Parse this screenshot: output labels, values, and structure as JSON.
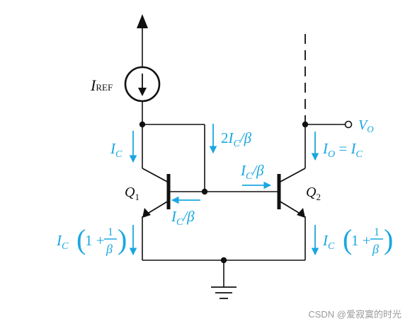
{
  "colors": {
    "wire": "#111111",
    "annotation": "#1aa7e0"
  },
  "labels": {
    "iref_main": "I",
    "iref_sub": "REF",
    "vo_main": "V",
    "vo_sub": "O",
    "q1_main": "Q",
    "q1_sub": "1",
    "q2_main": "Q",
    "q2_sub": "2"
  },
  "annotations": {
    "ic_left": {
      "main": "I",
      "sub": "C"
    },
    "two_ic_beta": {
      "pre": "2",
      "main": "I",
      "sub": "C",
      "post": "/β"
    },
    "ic_beta_right": {
      "main": "I",
      "sub": "C",
      "post": "/β"
    },
    "ic_beta_left": {
      "main": "I",
      "sub": "C",
      "post": "/β"
    },
    "io_equals_ic": {
      "main1": "I",
      "sub1": "O",
      "eq": " = ",
      "main2": "I",
      "sub2": "C"
    },
    "emitter_left": {
      "main": "I",
      "sub": "C",
      "open": "(",
      "one": "1 + ",
      "num": "1",
      "den": "β",
      "close": ")"
    },
    "emitter_right": {
      "main": "I",
      "sub": "C",
      "open": "(",
      "one": "1 + ",
      "num": "1",
      "den": "β",
      "close": ")"
    }
  },
  "icons": [
    "current-source-arrow-icon",
    "ground-icon",
    "output-terminal-icon"
  ],
  "watermark": "CSDN @爱寂寞的时光"
}
